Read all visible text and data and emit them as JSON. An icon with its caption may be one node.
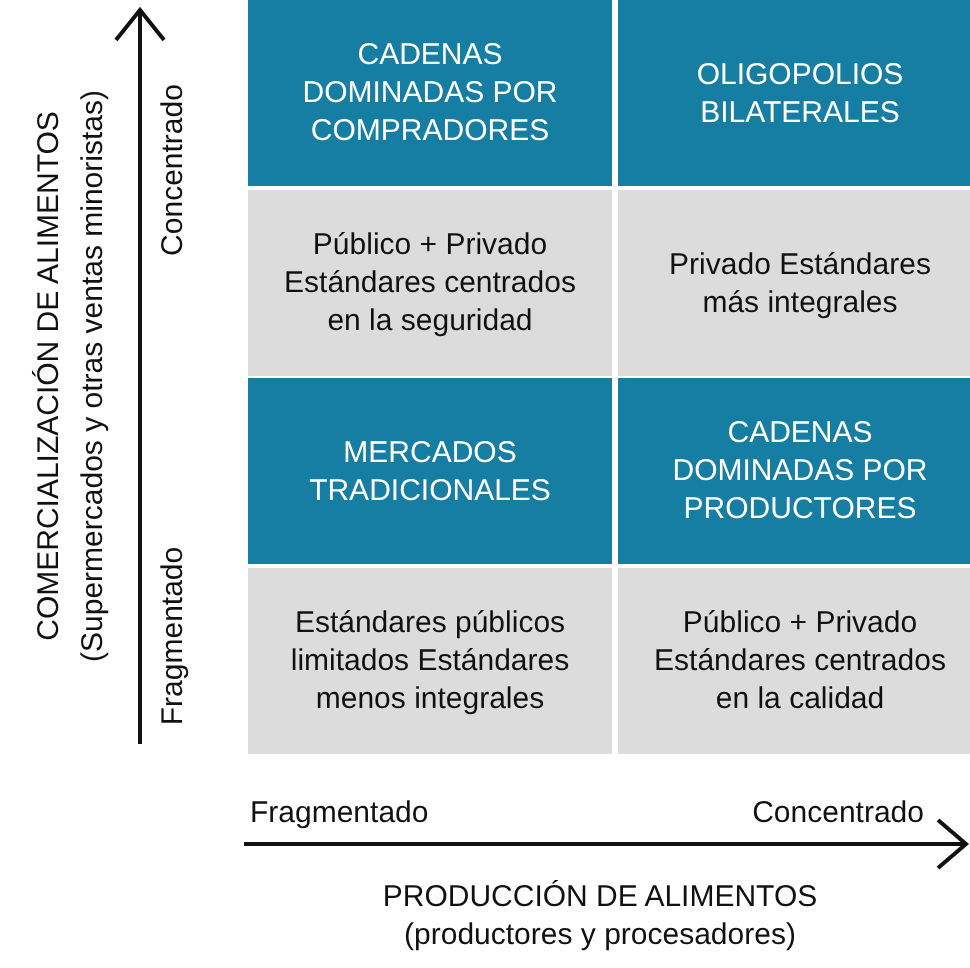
{
  "diagram": {
    "nodes": [
      {
        "text": [
          "CADENAS DOMINADAS POR COMPRADORES",
          "Público + Privado Estándares centrados en la seguridad"
        ]
      },
      {
        "text": [
          "OLIGOPOLIOS BILATERALES",
          "Privado Estándares más integrales"
        ]
      },
      {
        "text": [
          "MERCADOS TRADICIONALES",
          "Estándares públicos limitados Estándares menos integrales"
        ]
      },
      {
        "text": [
          "CADENAS DOMINADAS POR PRODUCTORES",
          "Público + Privado Estándares centrados en la calidad"
        ]
      }
    ],
    "labels": [
      "COMERCIALIZACIÓN DE ALIMENTOS",
      "(Supermercados y otras ventas minoristas)",
      "Concentrado",
      "Fragmentado",
      "Fragmentado",
      "Concentrado",
      "PRODUCCIÓN DE ALIMENTOS",
      "(productores y procesadores)"
    ]
  }
}
